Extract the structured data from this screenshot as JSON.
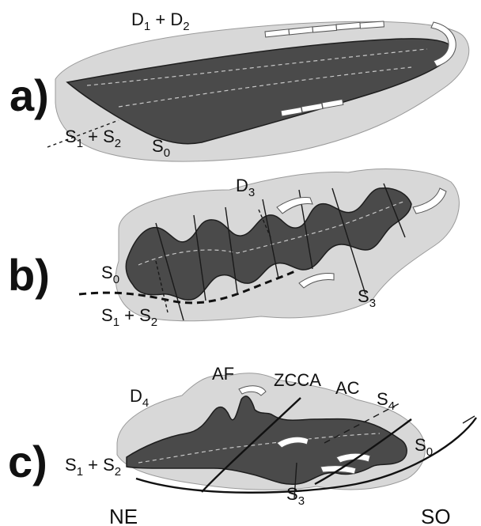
{
  "panels": {
    "a": {
      "label": "a)",
      "stage": {
        "main": "D",
        "sub1": "1",
        "plus": " + ",
        "main2": "D",
        "sub2": "2"
      },
      "foliation": {
        "main": "S",
        "sub1": "1",
        "plus": " + ",
        "main2": "S",
        "sub2": "2"
      },
      "bedding": {
        "main": "S",
        "sub": "0"
      }
    },
    "b": {
      "label": "b)",
      "stage": {
        "main": "D",
        "sub": "3"
      },
      "bedding": {
        "main": "S",
        "sub": "0"
      },
      "foliation": {
        "main": "S",
        "sub1": "1",
        "plus": " + ",
        "main2": "S",
        "sub2": "2"
      },
      "cleavage": {
        "main": "S",
        "sub": "3"
      }
    },
    "c": {
      "label": "c)",
      "stage": {
        "main": "D",
        "sub": "4"
      },
      "af": "AF",
      "zcca": "ZCCA",
      "ac": "AC",
      "s4": {
        "main": "S",
        "sub": "4"
      },
      "s0": {
        "main": "S",
        "sub": "0"
      },
      "foliation": {
        "main": "S",
        "sub1": "1",
        "plus": " + ",
        "main2": "S",
        "sub2": "2"
      },
      "s3": {
        "main": "S",
        "sub": "3"
      }
    }
  },
  "directions": {
    "left": "NE",
    "right": "SO"
  },
  "colors": {
    "halo": "#d8d8d8",
    "body": "#4a4a4a",
    "ink": "#111111"
  }
}
